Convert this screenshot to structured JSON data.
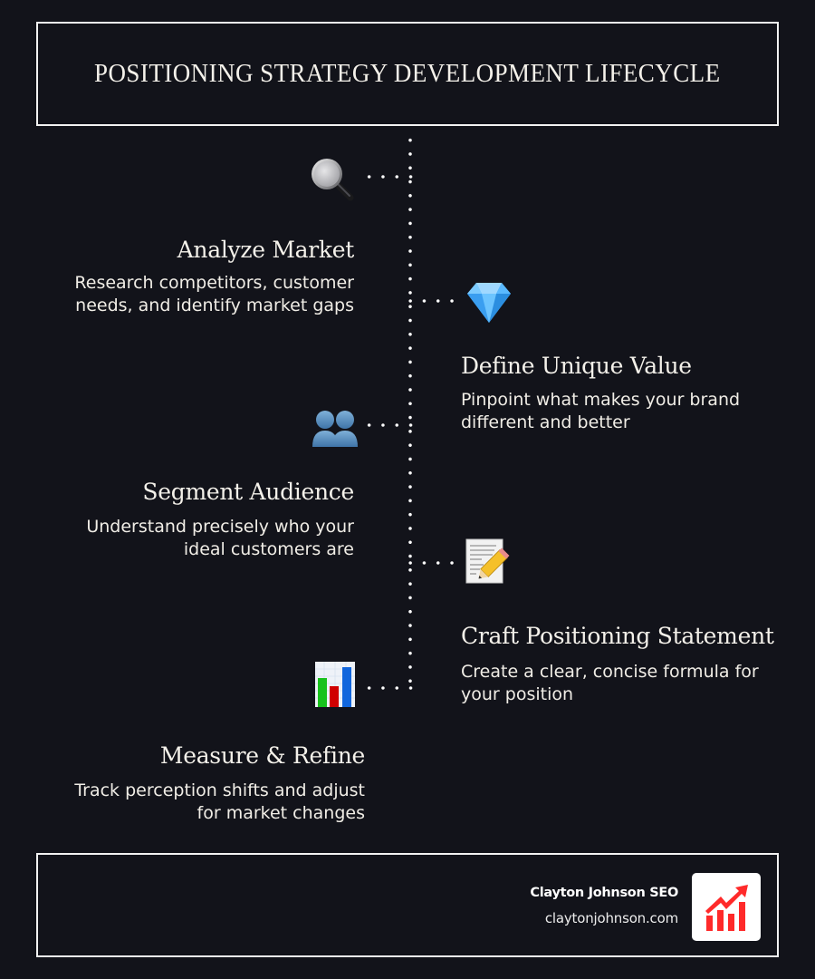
{
  "header": {
    "title": "POSITIONING STRATEGY DEVELOPMENT LIFECYCLE"
  },
  "steps": [
    {
      "side": "left",
      "icon": "magnifying-glass-icon",
      "title": "Analyze Market",
      "description_lines": [
        "Research competitors, customer",
        "needs, and identify market gaps"
      ]
    },
    {
      "side": "right",
      "icon": "gem-icon",
      "title": "Define Unique Value",
      "description_lines": [
        "Pinpoint what makes your brand",
        "different and better"
      ]
    },
    {
      "side": "left",
      "icon": "people-icon",
      "title": "Segment Audience",
      "description_lines": [
        "Understand precisely who your",
        "ideal customers are"
      ]
    },
    {
      "side": "right",
      "icon": "memo-pencil-icon",
      "title": "Craft Positioning Statement",
      "description_lines": [
        "Create a clear, concise formula for",
        "your position"
      ]
    },
    {
      "side": "left",
      "icon": "bar-chart-icon",
      "title": "Measure & Refine",
      "description_lines": [
        "Track perception shifts and adjust",
        "for market changes"
      ]
    }
  ],
  "footer": {
    "brand_name": "Clayton Johnson SEO",
    "brand_url": "claytonjohnson.com",
    "logo_icon": "growth-chart-icon",
    "logo_color": "#ff2a2a"
  },
  "colors": {
    "background": "#12131a",
    "text": "#f4f1ea",
    "border": "#f2f2f2",
    "dots": "#ffffff"
  }
}
